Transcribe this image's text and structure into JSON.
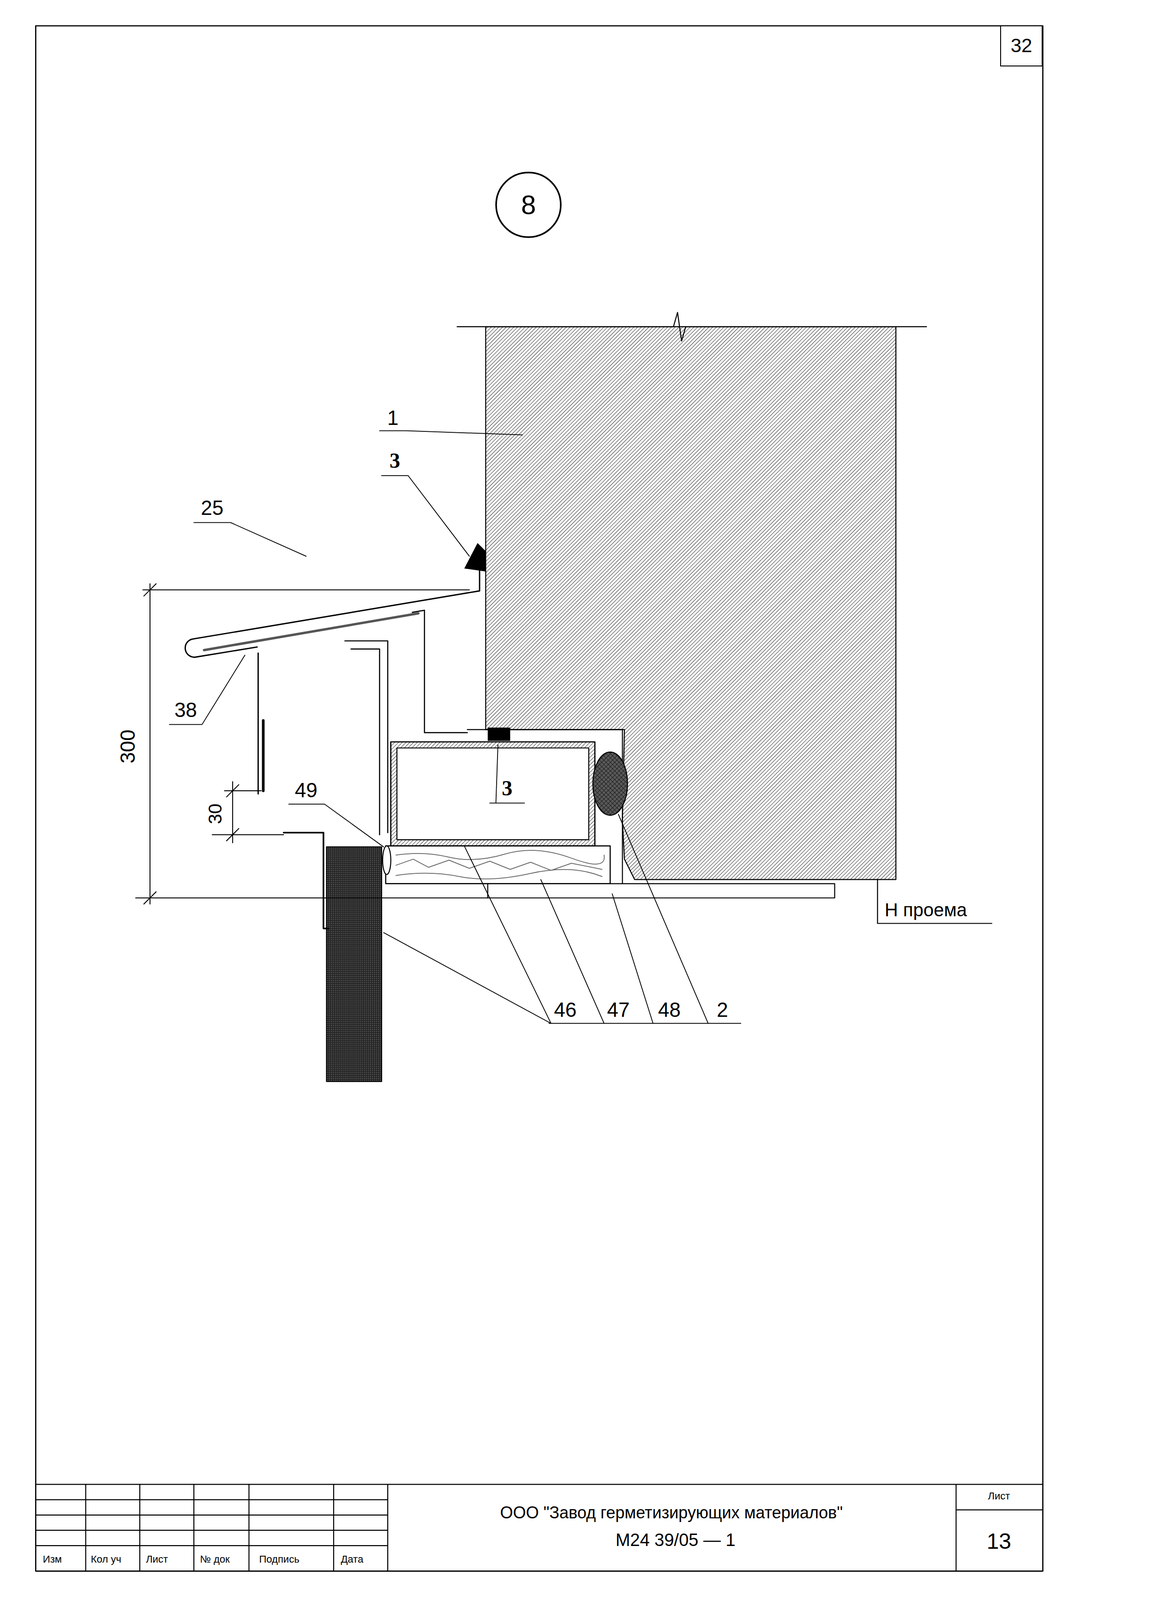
{
  "diagram": {
    "nodes": [
      {
        "text": [
          "32"
        ]
      },
      {
        "text": [
          "8"
        ]
      }
    ],
    "labels": [
      "1",
      "3",
      "25",
      "300",
      "38",
      "30",
      "49",
      "3",
      "46",
      "47",
      "48",
      "2",
      "Н проема",
      "ООО \"Завод герметизирующих материалов\"",
      "М24 39/05 — 1",
      "Лист",
      "13",
      "Изм",
      "Кол уч",
      "Лист",
      "№ док",
      "Подпись",
      "Дата"
    ]
  }
}
